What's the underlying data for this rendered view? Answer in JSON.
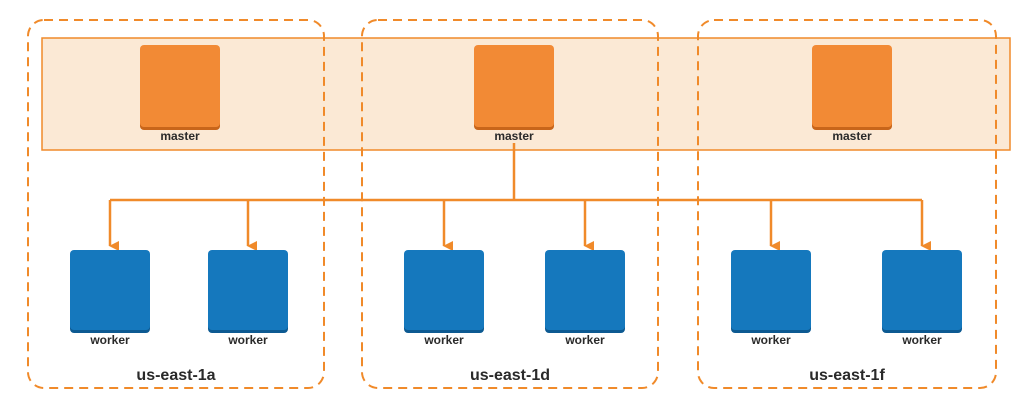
{
  "colors": {
    "zone_border": "#f08a2a",
    "master_band_fill": "#fbe9d5",
    "master_band_border": "#f08a2a",
    "master_fill": "#f28a35",
    "master_shadow": "#c8651a",
    "worker_fill": "#1578bd",
    "worker_shadow": "#0d5a92",
    "connector": "#f08a2a",
    "label_text": "#2a2a2a"
  },
  "zones": [
    {
      "label": "us-east-1a"
    },
    {
      "label": "us-east-1d"
    },
    {
      "label": "us-east-1f"
    }
  ],
  "masters": [
    {
      "label": "master",
      "zone": 0
    },
    {
      "label": "master",
      "zone": 1
    },
    {
      "label": "master",
      "zone": 2
    }
  ],
  "workers": [
    {
      "label": "worker",
      "zone": 0
    },
    {
      "label": "worker",
      "zone": 0
    },
    {
      "label": "worker",
      "zone": 1
    },
    {
      "label": "worker",
      "zone": 1
    },
    {
      "label": "worker",
      "zone": 2
    },
    {
      "label": "worker",
      "zone": 2
    }
  ],
  "edges": [
    {
      "from": "master-1",
      "to": "worker-0"
    },
    {
      "from": "master-1",
      "to": "worker-1"
    },
    {
      "from": "master-1",
      "to": "worker-2"
    },
    {
      "from": "master-1",
      "to": "worker-3"
    },
    {
      "from": "master-1",
      "to": "worker-4"
    },
    {
      "from": "master-1",
      "to": "worker-5"
    }
  ]
}
